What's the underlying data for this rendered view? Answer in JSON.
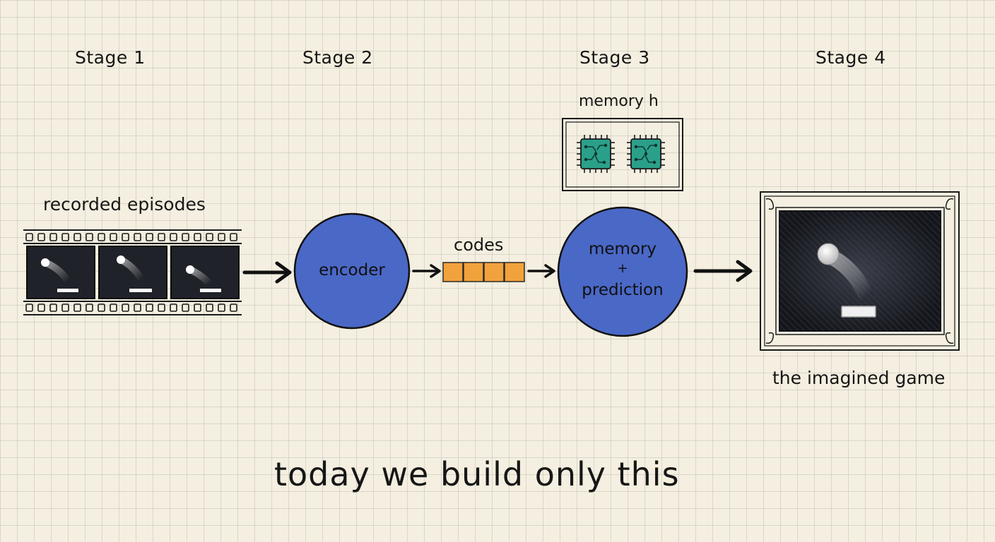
{
  "stages": [
    {
      "label": "Stage 1"
    },
    {
      "label": "Stage 2"
    },
    {
      "label": "Stage 3"
    },
    {
      "label": "Stage 4"
    }
  ],
  "film": {
    "caption": "recorded episodes"
  },
  "encoder": {
    "label": "encoder"
  },
  "codes": {
    "caption": "codes"
  },
  "memory": {
    "caption": "memory h"
  },
  "predictor": {
    "line1": "memory",
    "line2": "+",
    "line3": "prediction"
  },
  "game": {
    "caption": "the imagined game"
  },
  "headline": "today we build only this",
  "colors": {
    "circle_fill": "#4a68c6",
    "codes_fill": "#f2a23c",
    "chip_fill": "#2aa08a",
    "dark_frame": "#1c1f26",
    "paper": "#f4efe0"
  },
  "icons": [
    "film-strip-icon",
    "chip-icon",
    "arrow-icon"
  ]
}
